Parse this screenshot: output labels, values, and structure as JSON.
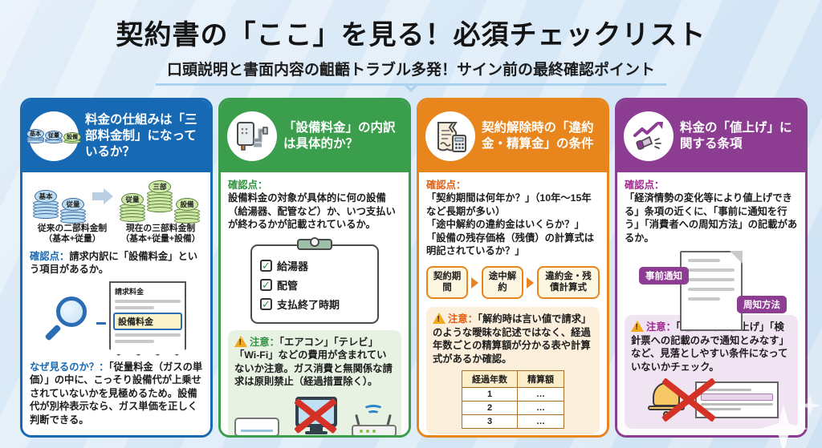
{
  "page": {
    "title": "契約書の「ここ」を見る！必須チェックリスト",
    "subtitle": "口頭説明と書面内容の齟齬トラブル多発！サイン前の最終確認ポイント"
  },
  "colors": {
    "card1_accent": "#1769b3",
    "card2_accent": "#3a9e4d",
    "card3_accent": "#e8851c",
    "card4_accent": "#8c3d92",
    "background": "#d5e7f6",
    "cross_red": "#d43226"
  },
  "cards": [
    {
      "title": "料金の仕組みは「三部料金制」になっているか？",
      "icon": "coins-icon",
      "icon_coins": [
        "基本",
        "従量",
        "設備"
      ],
      "diagram": {
        "old_coins": [
          "基本",
          "従量"
        ],
        "new_coins": [
          "三部",
          "従量",
          "設備"
        ],
        "old_label": "従来の二部料金制",
        "old_sub": "（基本+従量）",
        "new_label": "現在の三部料金制",
        "new_sub": "（基本+従量+設備）"
      },
      "check_label": "確認点：",
      "check_text": "請求内訳に「設備料金」という項目があるか。",
      "receipt": {
        "header": "請求料金",
        "highlight": "設備料金"
      },
      "why_label": "なぜ見るのか？：",
      "why_text": "「従量料金（ガスの単価）」の中に、こっそり設備代が上乗せされていないかを見極めるため。設備代が別枠表示なら、ガス単価を正しく判断できる。"
    },
    {
      "title": "「設備料金」の内訳は具体的か？",
      "icon": "water-heater-icon",
      "check_label": "確認点：",
      "check_text": "設備料金の対象が具体的に何の設備（給湯器、配管など）か、いつ支払いが終わるかが記載されているか。",
      "checklist": [
        "給湯器",
        "配管",
        "支払終了時期"
      ],
      "caution_label": "注意：",
      "caution_text": "「エアコン」「テレビ」「Wi-Fi」などの費用が含まれていないか注意。ガス消費と無関係な請求は原則禁止（経過措置除く）。"
    },
    {
      "title": "契約解除時の「違約金・精算金」の条件",
      "icon": "torn-contract-calculator-icon",
      "check_label": "確認点：",
      "check_lines": [
        "「契約期間は何年か？」（10年〜15年など長期が多い）",
        "「途中解約の違約金はいくらか？」",
        "「設備の残存価格（残債）の計算式は明記されているか？」"
      ],
      "flow": [
        "契約期間",
        "途中解約",
        "違約金・残債計算式"
      ],
      "caution_label": "注意：",
      "caution_text": "「解約時は言い値で請求」のような曖昧な記述ではなく、経過年数ごとの精算額が分かる表や計算式があるか確認。",
      "table": {
        "headers": [
          "経過年数",
          "精算額"
        ],
        "rows": [
          [
            "1",
            "…"
          ],
          [
            "2",
            "…"
          ],
          [
            "3",
            "…"
          ]
        ]
      }
    },
    {
      "title": "料金の「値上げ」に関する条項",
      "icon": "price-rise-megaphone-icon",
      "check_label": "確認点：",
      "check_text": "「経済情勢の変化等により値上げできる」条項の近くに、「事前に通知を行う」「消費者への周知方法」の記載があるか。",
      "tags": [
        "事前通知",
        "周知方法"
      ],
      "caution_label": "注意：",
      "caution_text": "「通知なしで値上げ」「検針票への記載のみで通知とみなす」など、見落としやすい条件になっていないかチェック。"
    }
  ]
}
